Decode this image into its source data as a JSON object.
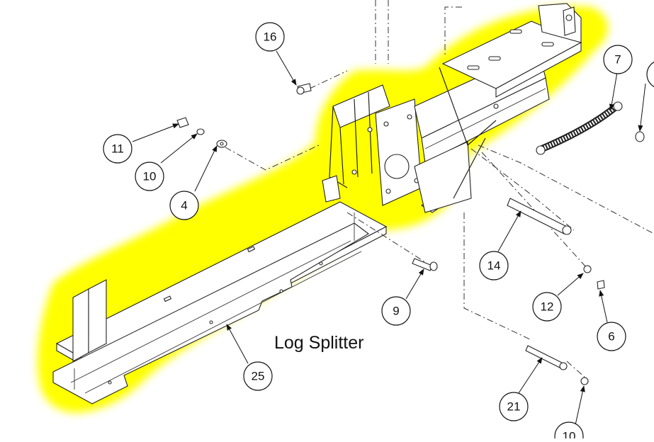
{
  "diagram": {
    "caption": "Log Splitter",
    "highlight_color": "#FFFF00",
    "line_color": "#222222",
    "callouts": [
      {
        "id": "16",
        "label": "16"
      },
      {
        "id": "11",
        "label": "11"
      },
      {
        "id": "10a",
        "label": "10"
      },
      {
        "id": "4",
        "label": "4"
      },
      {
        "id": "7",
        "label": "7"
      },
      {
        "id": "14",
        "label": "14"
      },
      {
        "id": "9",
        "label": "9"
      },
      {
        "id": "12",
        "label": "12"
      },
      {
        "id": "6",
        "label": "6"
      },
      {
        "id": "25",
        "label": "25"
      },
      {
        "id": "21",
        "label": "21"
      },
      {
        "id": "10b",
        "label": "10"
      }
    ]
  }
}
